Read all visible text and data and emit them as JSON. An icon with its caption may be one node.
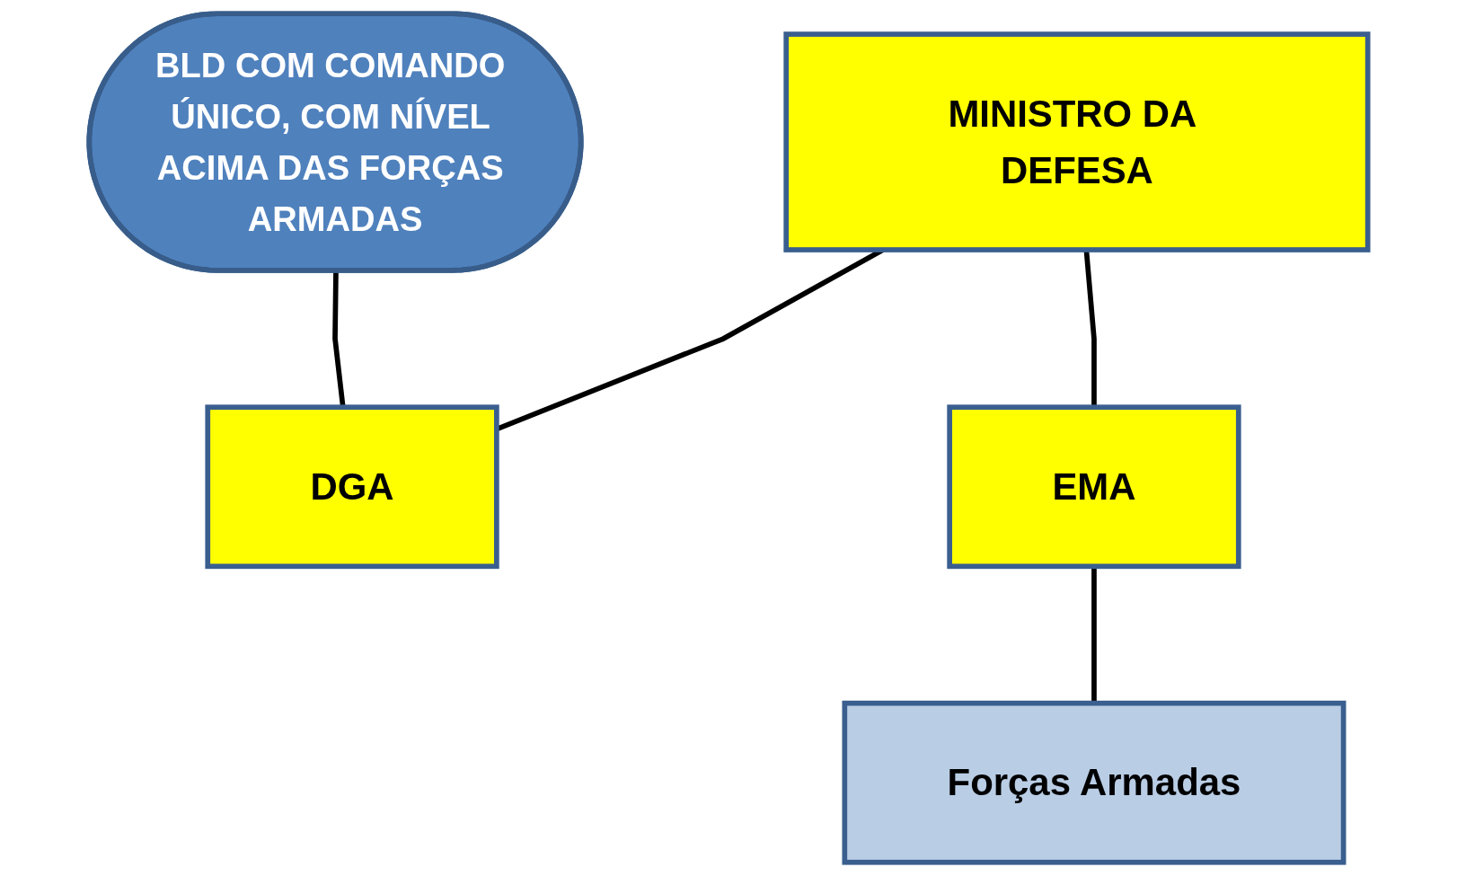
{
  "diagram": {
    "nodes": [
      {
        "text": [
          "BLD COM COMANDO ÚNICO, COM NÍVEL ACIMA DAS FORÇAS ARMADAS"
        ]
      },
      {
        "text": [
          "MINISTRO DA DEFESA"
        ]
      },
      {
        "text": [
          "DGA"
        ]
      },
      {
        "text": [
          "EMA"
        ]
      },
      {
        "text": [
          "Forças Armadas"
        ]
      }
    ],
    "edges": [
      {
        "from": 1,
        "to": 2,
        "arrow": "none"
      },
      {
        "from": 1,
        "to": 3,
        "arrow": "none"
      },
      {
        "from": 3,
        "to": 4,
        "arrow": "none"
      },
      {
        "from": 0,
        "to": 2,
        "arrow": "none"
      }
    ]
  }
}
